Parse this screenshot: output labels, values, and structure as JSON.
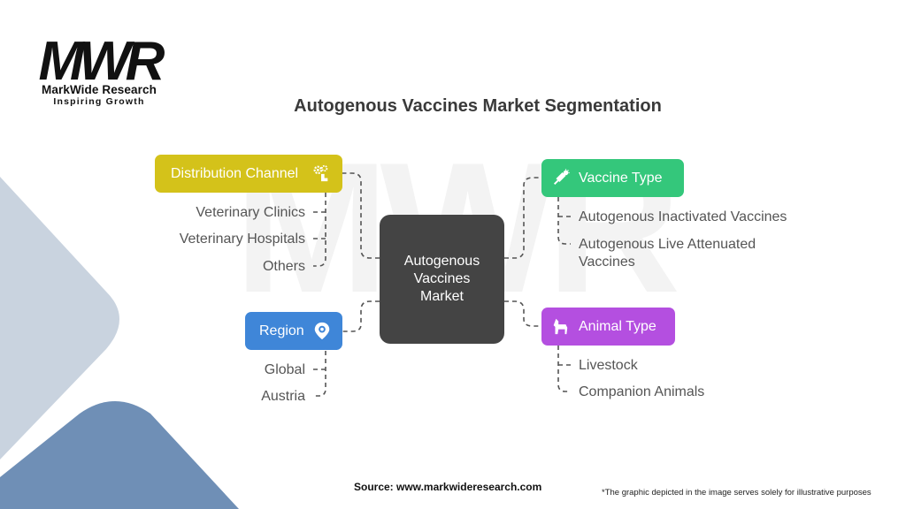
{
  "brand": {
    "logo_text": "MWR",
    "name": "MarkWide Research",
    "tagline": "Inspiring Growth"
  },
  "title": "Autogenous Vaccines Market Segmentation",
  "center": {
    "line1": "Autogenous",
    "line2": "Vaccines",
    "line3": "Market"
  },
  "segments": {
    "distribution": {
      "label": "Distribution Channel",
      "icon": "gears-hand-icon",
      "color": "#D4C21A",
      "items": [
        "Veterinary Clinics",
        "Veterinary Hospitals",
        "Others"
      ]
    },
    "region": {
      "label": "Region",
      "icon": "location-pin-icon",
      "color": "#3F86D8",
      "items": [
        "Global",
        "Austria"
      ]
    },
    "vaccine_type": {
      "label": "Vaccine Type",
      "icon": "syringe-virus-icon",
      "color": "#34C77B",
      "items": [
        "Autogenous Inactivated Vaccines",
        "Autogenous Live Attenuated",
        "Vaccines"
      ]
    },
    "animal_type": {
      "label": "Animal Type",
      "icon": "horse-icon",
      "color": "#B44FE0",
      "items": [
        "Livestock",
        "Companion Animals"
      ]
    }
  },
  "source": "Source: www.markwideresearch.com",
  "note": "*The graphic depicted in the image serves solely for illustrative purposes"
}
